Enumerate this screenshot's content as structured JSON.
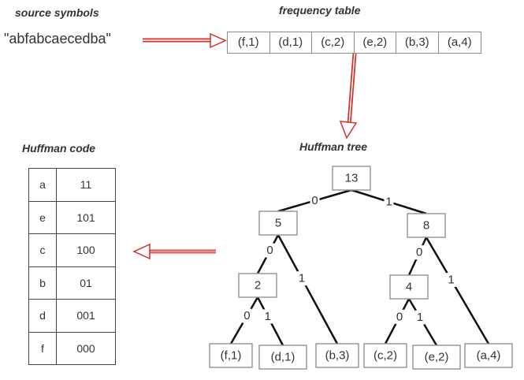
{
  "headings": {
    "source": "source symbols",
    "frequency": "frequency table",
    "tree": "Huffman tree",
    "code": "Huffman code"
  },
  "source_string": "\"abfabcaecedba\"",
  "frequency_table": [
    "(f,1)",
    "(d,1)",
    "(c,2)",
    "(e,2)",
    "(b,3)",
    "(a,4)"
  ],
  "huffman_code": [
    {
      "symbol": "a",
      "code": "11"
    },
    {
      "symbol": "e",
      "code": "101"
    },
    {
      "symbol": "c",
      "code": "100"
    },
    {
      "symbol": "b",
      "code": "01"
    },
    {
      "symbol": "d",
      "code": "001"
    },
    {
      "symbol": "f",
      "code": "000"
    }
  ],
  "tree": {
    "nodes": [
      {
        "id": "root",
        "label": "13"
      },
      {
        "id": "n5",
        "label": "5"
      },
      {
        "id": "n8",
        "label": "8"
      },
      {
        "id": "n2",
        "label": "2"
      },
      {
        "id": "n4",
        "label": "4"
      },
      {
        "id": "f",
        "label": "(f,1)"
      },
      {
        "id": "d",
        "label": "(d,1)"
      },
      {
        "id": "b",
        "label": "(b,3)"
      },
      {
        "id": "c",
        "label": "(c,2)"
      },
      {
        "id": "e",
        "label": "(e,2)"
      },
      {
        "id": "a",
        "label": "(a,4)"
      }
    ],
    "edges": [
      {
        "from": "root",
        "to": "n5",
        "bit": "0"
      },
      {
        "from": "root",
        "to": "n8",
        "bit": "1"
      },
      {
        "from": "n5",
        "to": "n2",
        "bit": "0"
      },
      {
        "from": "n5",
        "to": "b",
        "bit": "1"
      },
      {
        "from": "n8",
        "to": "n4",
        "bit": "0"
      },
      {
        "from": "n8",
        "to": "a",
        "bit": "1"
      },
      {
        "from": "n2",
        "to": "f",
        "bit": "0"
      },
      {
        "from": "n2",
        "to": "d",
        "bit": "1"
      },
      {
        "from": "n4",
        "to": "c",
        "bit": "0"
      },
      {
        "from": "n4",
        "to": "e",
        "bit": "1"
      }
    ]
  },
  "colors": {
    "arrow": "#d0312d",
    "node_border": "#999999",
    "edge": "#111111",
    "text": "#333333"
  }
}
